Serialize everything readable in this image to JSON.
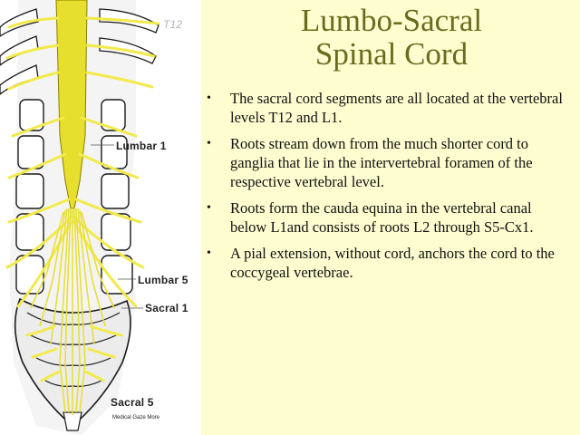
{
  "figure": {
    "labels": {
      "t12": "T12",
      "lumbar1": "Lumbar 1",
      "lumbar5": "Lumbar 5",
      "sacral1": "Sacral 1",
      "sacral5": "Sacral 5"
    },
    "credit": "Medical Gaze More",
    "colors": {
      "nerve": "#f2ea4a",
      "cord": "#e6df2e",
      "bone": "#f4f4f4",
      "outline": "#1a1a1a"
    }
  },
  "slide": {
    "title_line1": "Lumbo-Sacral",
    "title_line2": "Spinal Cord",
    "bullet_glyph": "•",
    "bullets": [
      "The sacral cord segments are all located at the vertebral levels T12 and L1.",
      "Roots stream down from the much shorter cord to ganglia that lie in the intervertebral foramen of the respective vertebral level.",
      "Roots form the cauda equina in the vertebral canal below L1and consists of roots L2 through S5-Cx1.",
      "A pial extension, without cord, anchors the cord to the coccygeal vertebrae."
    ],
    "colors": {
      "background": "#fdfdd0",
      "title": "#6b6b1e",
      "text": "#111111"
    }
  }
}
